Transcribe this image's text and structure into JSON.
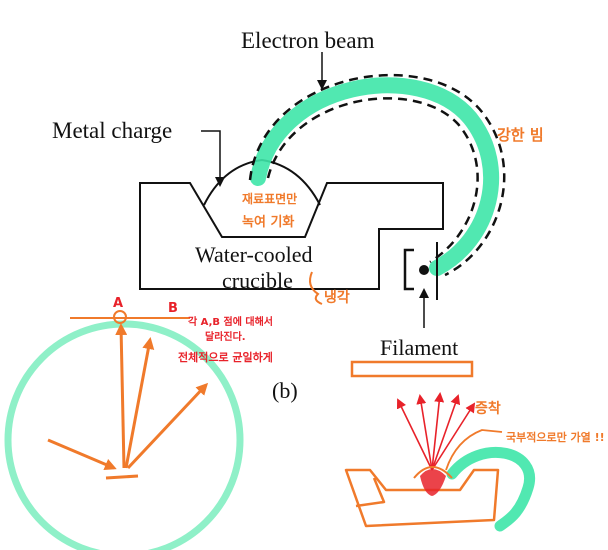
{
  "labels": {
    "electron_beam": "Electron beam",
    "metal_charge": "Metal charge",
    "water_cooled": "Water-cooled",
    "crucible": "crucible",
    "filament": "Filament",
    "figure_id": "(b)"
  },
  "annotations": {
    "strong_beam": "강한 빔",
    "surface_heating_1": "재료표면만",
    "surface_heating_2": "녹여 기화",
    "cooling": "냉각",
    "point_a": "A",
    "point_b": "B",
    "note_ab_1": "각 A,B 점에 대해서",
    "note_ab_2": "달라진다.",
    "note_uniform": "전체적으로 균일하게",
    "evaporation": "증착",
    "local_heating": "국부적으로만 가열 !!"
  },
  "colors": {
    "ink": "#111111",
    "orange": "#f07a2b",
    "red": "#e8222a",
    "green": "#3ee6a8",
    "mint": "#8ff0c8"
  }
}
